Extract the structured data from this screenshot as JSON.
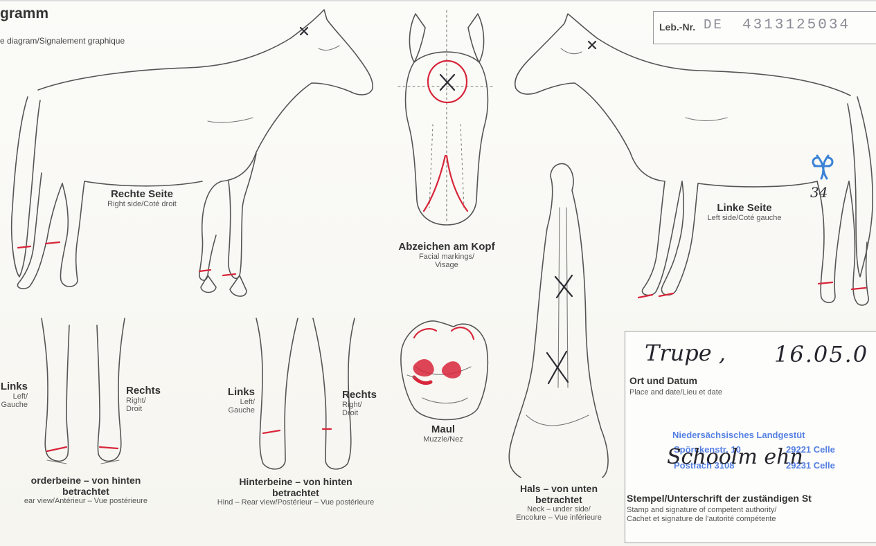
{
  "header": {
    "title": "gramm",
    "subtitle": "e diagram/Signalement graphique"
  },
  "leb_nr": {
    "label": "Leb.-Nr.",
    "prefix": "DE",
    "number": "4313125034"
  },
  "right_side": {
    "title": "Rechte Seite",
    "subtitle": "Right side/Coté droit"
  },
  "left_side": {
    "title": "Linke Seite",
    "subtitle": "Left side/Coté gauche"
  },
  "head": {
    "title": "Abzeichen am Kopf",
    "subtitle_1": "Facial markings/",
    "subtitle_2": "Visage"
  },
  "brand_mark": {
    "number": "34"
  },
  "front_legs": {
    "left_title": "Links",
    "left_sub_1": "Left/",
    "left_sub_2": "Gauche",
    "right_title": "Rechts",
    "right_sub_1": "Right/",
    "right_sub_2": "Droit",
    "caption_1": "orderbeine – von hinten",
    "caption_2": "betrachtet",
    "caption_3": "ear view/Antérieur – Vue postérieure"
  },
  "hind_legs": {
    "left_title": "Links",
    "left_sub_1": "Left/",
    "left_sub_2": "Gauche",
    "right_title": "Rechts",
    "right_sub_1": "Right/",
    "right_sub_2": "Droit",
    "caption_1": "Hinterbeine – von hinten",
    "caption_2": "betrachtet",
    "caption_3": "Hind – Rear view/Postérieur – Vue postérieure"
  },
  "muzzle": {
    "title": "Maul",
    "subtitle": "Muzzle/Nez"
  },
  "neck": {
    "title_1": "Hals – von unten",
    "title_2": "betrachtet",
    "sub_1": "Neck – under side/",
    "sub_2": "Encolure – Vue inférieure"
  },
  "place_date": {
    "handwritten_place": "Trupe ,",
    "handwritten_date": "16.05.0",
    "label": "Ort und Datum",
    "sublabel": "Place and date/Lieu et date"
  },
  "stamp": {
    "line1": "Niedersächsisches Landgestüt",
    "line2_street": "Spörckenstr. 10",
    "line2_city": "29221 Celle",
    "line3_po": "Postfach 3108",
    "line3_city": "29231 Celle",
    "signature": "Schoolm ehn"
  },
  "authority": {
    "label": "Stempel/Unterschrift der zuständigen St",
    "sub_1": "Stamp and signature of competent authority/",
    "sub_2": "Cachet et signature de l'autorité compétente"
  },
  "colors": {
    "marking_red": "#d8263a",
    "stamp_blue": "#3a6be0",
    "brand_blue": "#3b82d6",
    "ink": "#2c2c33"
  }
}
